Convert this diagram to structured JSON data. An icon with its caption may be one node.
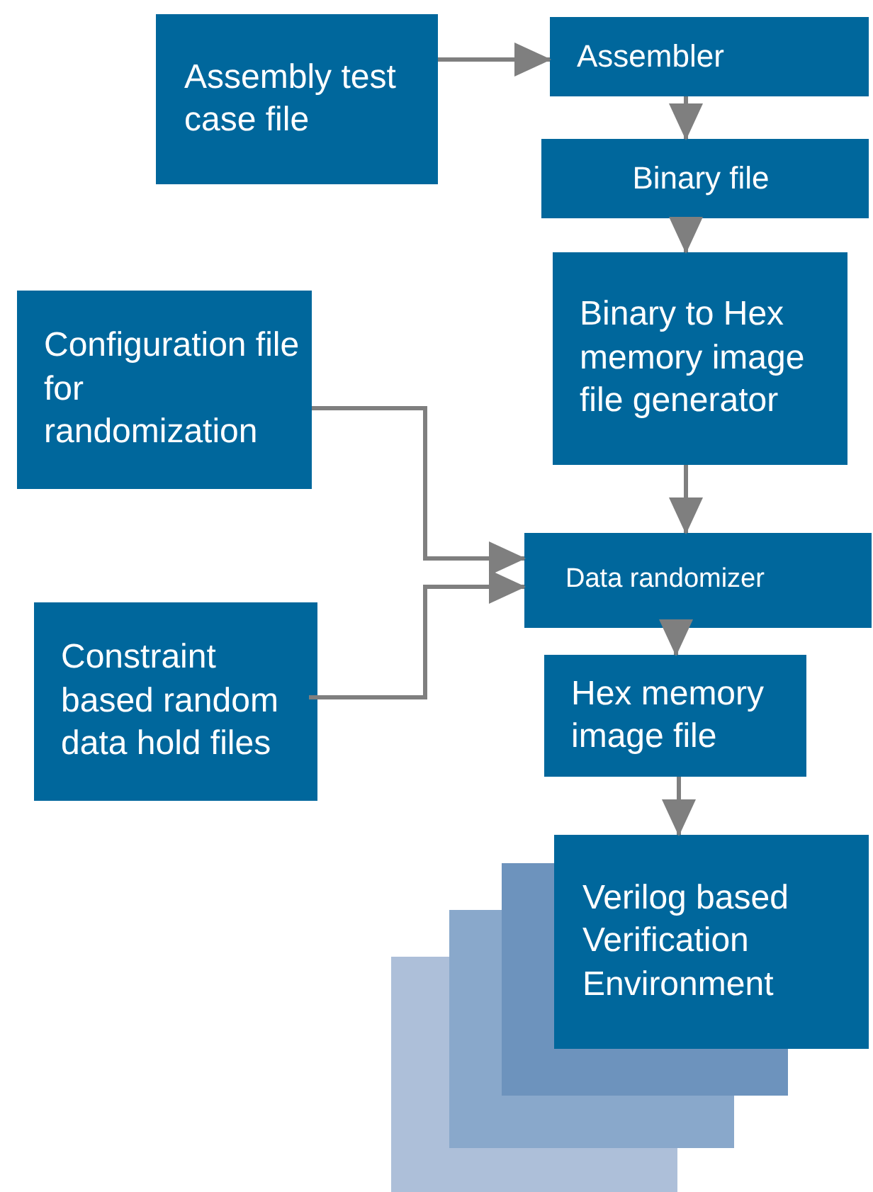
{
  "diagram": {
    "nodes": [
      {
        "text": [
          "Assembly test case file"
        ]
      },
      {
        "text": [
          "Assembler"
        ]
      },
      {
        "text": [
          "Binary file"
        ]
      },
      {
        "text": [
          "Binary to Hex memory image file generator"
        ]
      },
      {
        "text": [
          "Configuration file for randomization"
        ]
      },
      {
        "text": [
          "Data randomizer"
        ]
      },
      {
        "text": [
          "Constraint based random data hold files"
        ]
      },
      {
        "text": [
          "Hex memory image file"
        ]
      },
      {
        "text": [
          "Verilog based Verification Environment"
        ]
      }
    ],
    "edges": [
      {
        "from": 0,
        "to": 1,
        "arrow": "to"
      },
      {
        "from": 1,
        "to": 2,
        "arrow": "to"
      },
      {
        "from": 2,
        "to": 3,
        "arrow": "to"
      },
      {
        "from": 3,
        "to": 5,
        "arrow": "to"
      },
      {
        "from": 4,
        "to": 5,
        "arrow": "to"
      },
      {
        "from": 6,
        "to": 5,
        "arrow": "to"
      },
      {
        "from": 5,
        "to": 7,
        "arrow": "to"
      },
      {
        "from": 7,
        "to": 8,
        "arrow": "to"
      }
    ]
  }
}
